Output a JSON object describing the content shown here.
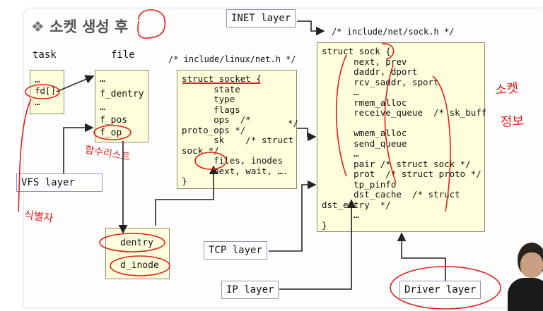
{
  "title": {
    "diamond": "❖",
    "text": "소켓 생성 후"
  },
  "labels": {
    "task": "task",
    "file": "file",
    "net_h": "/* include/linux/net.h */",
    "sock_h": "/* include/net/sock.h */"
  },
  "task_box": {
    "lines": [
      "…",
      "fd[]",
      "…"
    ]
  },
  "file_box": {
    "lines": [
      "…",
      "f_dentry",
      "…",
      "f_pos",
      "f_op"
    ]
  },
  "socket_box": {
    "lines": [
      "struct socket {",
      "      state",
      "      type",
      "      flags",
      "      ops  /*",
      "proto_ops */",
      "      sk    /* struct",
      "sock */",
      "      files, inodes",
      "      next, wait, ….",
      "}"
    ]
  },
  "sock_box": {
    "lines": [
      "struct sock {",
      "      next, prev",
      "      daddr, dport",
      "      rcv_saddr, sport",
      "      …",
      "      rmem_alloc",
      "      receive_queue  /* sk_buff",
      "*/",
      "      wmem_alloc",
      "      send_queue",
      "      …",
      "      pair /* struct sock */",
      "      prot  /* struct proto */",
      "      tp_pinfo",
      "      dst_cache  /* struct",
      "dst_entry  */",
      "      …",
      "}"
    ]
  },
  "dentry_box": {
    "lines": [
      "dentry",
      "d_inode"
    ]
  },
  "layers": {
    "inet": "INET layer",
    "vfs": "VFS layer",
    "tcp": "TCP layer",
    "ip": "IP layer",
    "driver": "Driver layer"
  },
  "annotations": {
    "hamsu": "함수리스트",
    "sikbyeol": "식별자",
    "soket": "소켓",
    "jeongbo": "정보"
  },
  "colors": {
    "box_fill": "#ffffdc",
    "ink": "#e0201c",
    "line": "#222222"
  }
}
